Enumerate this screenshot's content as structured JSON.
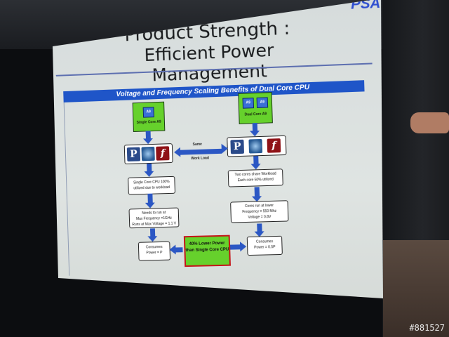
{
  "slide": {
    "title_line1": "Product Strength :",
    "title_line2": "Efficient Power Management",
    "banner": "Voltage and Frequency Scaling Benefits of Dual Core CPU",
    "logo": "PSA"
  },
  "single_core": {
    "chip_label": "Single Core A9",
    "core_label": "A9",
    "status": "Single Core CPU 100% utilized due to workload",
    "run_at_line1": "Needs to run at",
    "run_at_line2": "Max Frequency =1GHz",
    "run_at_line3": "Runs at Max Voltage = 1.1 V",
    "consumes_line1": "Consumes",
    "consumes_line2": "Power = P"
  },
  "dual_core": {
    "chip_label": "Dual Core A9",
    "core_label_1": "A9",
    "core_label_2": "A9",
    "status_line1": "Two cores share Workload",
    "status_line2": "Each core 50% utilized",
    "run_at_line1": "Cores run at lower",
    "run_at_line2": "Frequency = 550 Mhz",
    "run_at_line3": "Voltage = 0.8V",
    "consumes_line1": "Consumes",
    "consumes_line2": "Power = 0.5P"
  },
  "middle": {
    "same_label": "Same",
    "workload_label": "Work Load",
    "highlight_line1": "40% Lower Power",
    "highlight_line2": "than Single Core CPU"
  },
  "apps": [
    "P",
    "",
    "f"
  ],
  "watermark": "#881527",
  "colors": {
    "banner": "#1f55c8",
    "chip": "#66d12c",
    "arrow": "#2b57c4",
    "highlight_border": "#c4151a"
  }
}
